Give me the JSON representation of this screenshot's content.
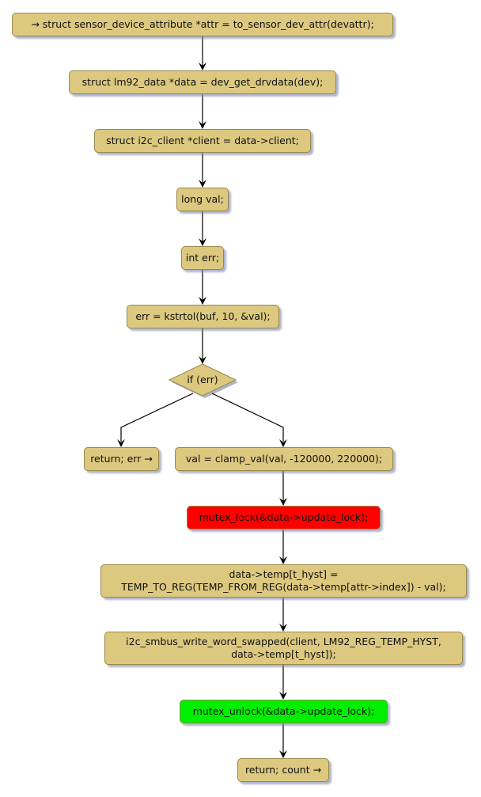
{
  "diagram": {
    "type": "flowchart",
    "nodes": [
      {
        "id": "n1",
        "label": "→ struct sensor_device_attribute *attr = to_sensor_dev_attr(devattr);",
        "color": "#dcc87f"
      },
      {
        "id": "n2",
        "label": "struct lm92_data *data = dev_get_drvdata(dev);",
        "color": "#dcc87f"
      },
      {
        "id": "n3",
        "label": "struct i2c_client *client = data->client;",
        "color": "#dcc87f"
      },
      {
        "id": "n4",
        "label": "long val;",
        "color": "#dcc87f"
      },
      {
        "id": "n5",
        "label": "int err;",
        "color": "#dcc87f"
      },
      {
        "id": "n6",
        "label": "err = kstrtol(buf, 10, &val);",
        "color": "#dcc87f"
      },
      {
        "id": "d1",
        "label": "if (err)",
        "shape": "diamond",
        "color": "#dcc87f"
      },
      {
        "id": "n7",
        "label": "return; err →",
        "color": "#dcc87f"
      },
      {
        "id": "n8",
        "label": "val = clamp_val(val, -120000, 220000);",
        "color": "#dcc87f"
      },
      {
        "id": "n9",
        "label": "mutex_lock(&data->update_lock);",
        "color": "#ff0000"
      },
      {
        "id": "n10",
        "label": "data->temp[t_hyst] =\nTEMP_TO_REG(TEMP_FROM_REG(data->temp[attr->index]) - val);",
        "color": "#dcc87f"
      },
      {
        "id": "n11",
        "label": "i2c_smbus_write_word_swapped(client, LM92_REG_TEMP_HYST,\ndata->temp[t_hyst]);",
        "color": "#dcc87f"
      },
      {
        "id": "n12",
        "label": "mutex_unlock(&data->update_lock);",
        "color": "#00ee00"
      },
      {
        "id": "n13",
        "label": "return; count →",
        "color": "#dcc87f"
      }
    ],
    "edges": [
      [
        "n1",
        "n2"
      ],
      [
        "n2",
        "n3"
      ],
      [
        "n3",
        "n4"
      ],
      [
        "n4",
        "n5"
      ],
      [
        "n5",
        "n6"
      ],
      [
        "n6",
        "d1"
      ],
      [
        "d1",
        "n7"
      ],
      [
        "d1",
        "n8"
      ],
      [
        "n8",
        "n9"
      ],
      [
        "n9",
        "n10"
      ],
      [
        "n10",
        "n11"
      ],
      [
        "n11",
        "n12"
      ],
      [
        "n12",
        "n13"
      ]
    ]
  }
}
